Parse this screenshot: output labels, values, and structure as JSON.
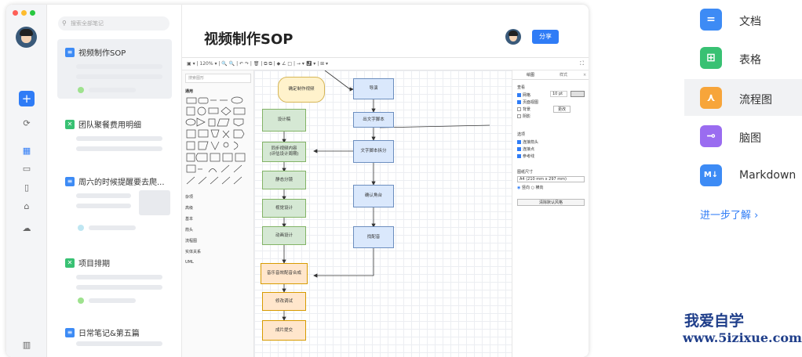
{
  "sidebar_list": {
    "search_placeholder": "搜索全部笔记",
    "notes": [
      {
        "title": "视频制作SOP",
        "icon": "doc-icon",
        "color": "#3d8bf5"
      },
      {
        "title": "团队聚餐费用明细",
        "icon": "sheet-icon",
        "color": "#38c173"
      },
      {
        "title": "周六的时候提醒要去爬...",
        "icon": "doc-icon",
        "color": "#3d8bf5"
      },
      {
        "title": "项目排期",
        "icon": "sheet-icon",
        "color": "#38c173"
      },
      {
        "title": "日常笔记&第五篇",
        "icon": "doc-icon",
        "color": "#3d8bf5"
      }
    ]
  },
  "main": {
    "title": "视频制作SOP",
    "share_label": "分享"
  },
  "editor": {
    "toolbar_text": "▣ ▾  |  120% ▾  |  🔍 🔍  |  ↶ ↷  |  🗑  |  ⧉ ⧉  |  ◆ ∠ □  |  → ▾  ⤴ ▾  |  ⊞ ▾",
    "shapes_search_placeholder": "搜索图形",
    "shape_categories": [
      "通用",
      "杂项",
      "高级",
      "基本",
      "箭头",
      "流程图",
      "实体关系",
      "UML"
    ],
    "nodes": {
      "n1": "确定制作视频",
      "n2": "导演",
      "n3": "设计稿",
      "n4": "出文字脚本",
      "n5": "同步视频内容\n(评估设计周期)",
      "n6": "文字脚本拆分",
      "n7": "静态分镜",
      "n8": "确认角台",
      "n9": "视觉设计",
      "n10": "动画设计",
      "n11": "找配音",
      "n12": "音乐音效配音合成",
      "n13": "修改调试",
      "n14": "成片提交"
    },
    "format_panel": {
      "tab_diagram": "绘图",
      "tab_style": "样式",
      "section_view": "查看",
      "grid": "网格",
      "grid_value": "10 pt",
      "page_view": "页面视图",
      "background": "背景",
      "change": "更改",
      "shadow": "阴影",
      "section_options": "选项",
      "connection_arrows": "连接箭头",
      "connection_points": "连接点",
      "guides": "参考线",
      "section_paper": "图纸尺寸",
      "paper_size": "A4 (210 mm x 297 mm)",
      "portrait": "竖向",
      "landscape": "横向",
      "reset_style": "清除默认风格"
    }
  },
  "right_menu": {
    "items": [
      {
        "label": "文档",
        "color": "#3d8bf5",
        "glyph": "="
      },
      {
        "label": "表格",
        "color": "#38c173",
        "glyph": "⊞"
      },
      {
        "label": "流程图",
        "color": "#f7a53a",
        "glyph": "⋏"
      },
      {
        "label": "脑图",
        "color": "#9a6cf0",
        "glyph": "⊸"
      },
      {
        "label": "Markdown",
        "color": "#3d8bf5",
        "glyph": "M↓"
      }
    ],
    "learn_more": "进一步了解 ›"
  },
  "watermark": {
    "line1": "我爱自学",
    "line2": "www.5izixue.com"
  }
}
